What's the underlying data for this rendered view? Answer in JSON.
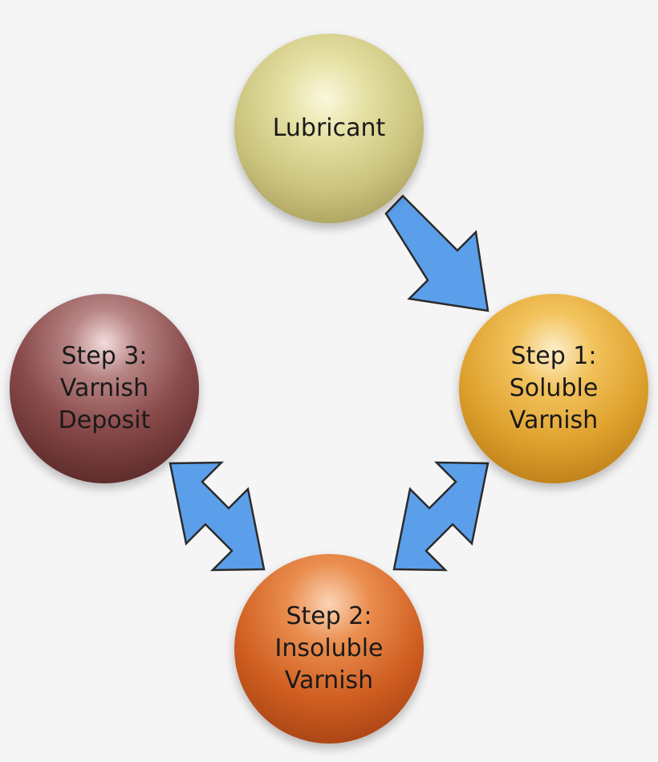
{
  "nodes": {
    "lubricant": {
      "label": "Lubricant"
    },
    "step1": {
      "label": "Step 1:\nSoluble\nVarnish"
    },
    "step2": {
      "label": "Step 2:\nInsoluble\nVarnish"
    },
    "step3": {
      "label": "Step 3:\nVarnish\nDeposit"
    }
  },
  "edges": [
    {
      "from": "lubricant",
      "to": "step1",
      "direction": "one-way"
    },
    {
      "from": "step1",
      "to": "step2",
      "direction": "two-way"
    },
    {
      "from": "step2",
      "to": "step3",
      "direction": "two-way"
    }
  ],
  "colors": {
    "arrow_fill": "#5b9fea",
    "arrow_stroke": "#2b2b2b",
    "background": "#f5f5f6"
  }
}
